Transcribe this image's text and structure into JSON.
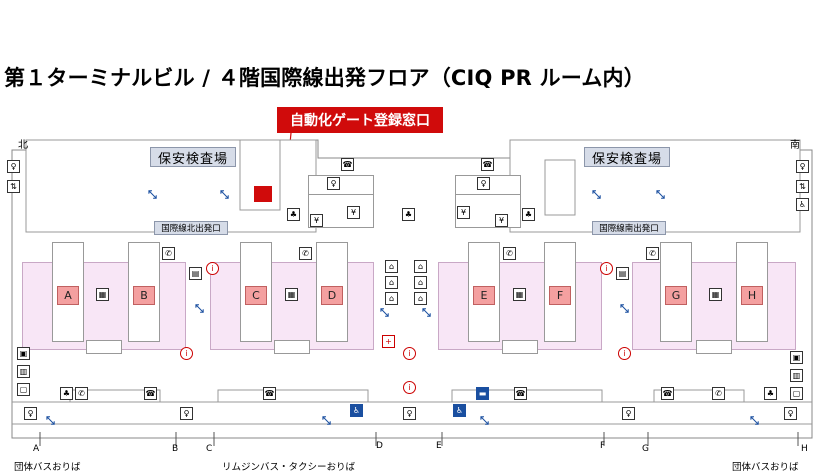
{
  "title": "第１ターミナルビル / ４階国際線出発フロア（CIQ PR ルーム内）",
  "callout": "自動化ゲート登録窓口",
  "directions": {
    "north": "北",
    "south": "南"
  },
  "security": {
    "left": "保安検査場",
    "right": "保安検査場"
  },
  "exits": {
    "north": "国際線北出発口",
    "south": "国際線南出発口"
  },
  "counters": [
    "A",
    "B",
    "C",
    "D",
    "E",
    "F",
    "G",
    "H"
  ],
  "gates": [
    "A",
    "B",
    "C",
    "D",
    "E",
    "F",
    "G",
    "H"
  ],
  "bottom_labels": {
    "left": "団体バスおりば",
    "center": "リムジンバス・タクシーおりば",
    "right": "団体バスおりば"
  },
  "colors": {
    "callout": "#d00b0b",
    "checkin_area": "#f8e6f6",
    "security": "#d6dce8",
    "counter": "#f4a0a0",
    "icon_blue": "#1a4fa0"
  }
}
